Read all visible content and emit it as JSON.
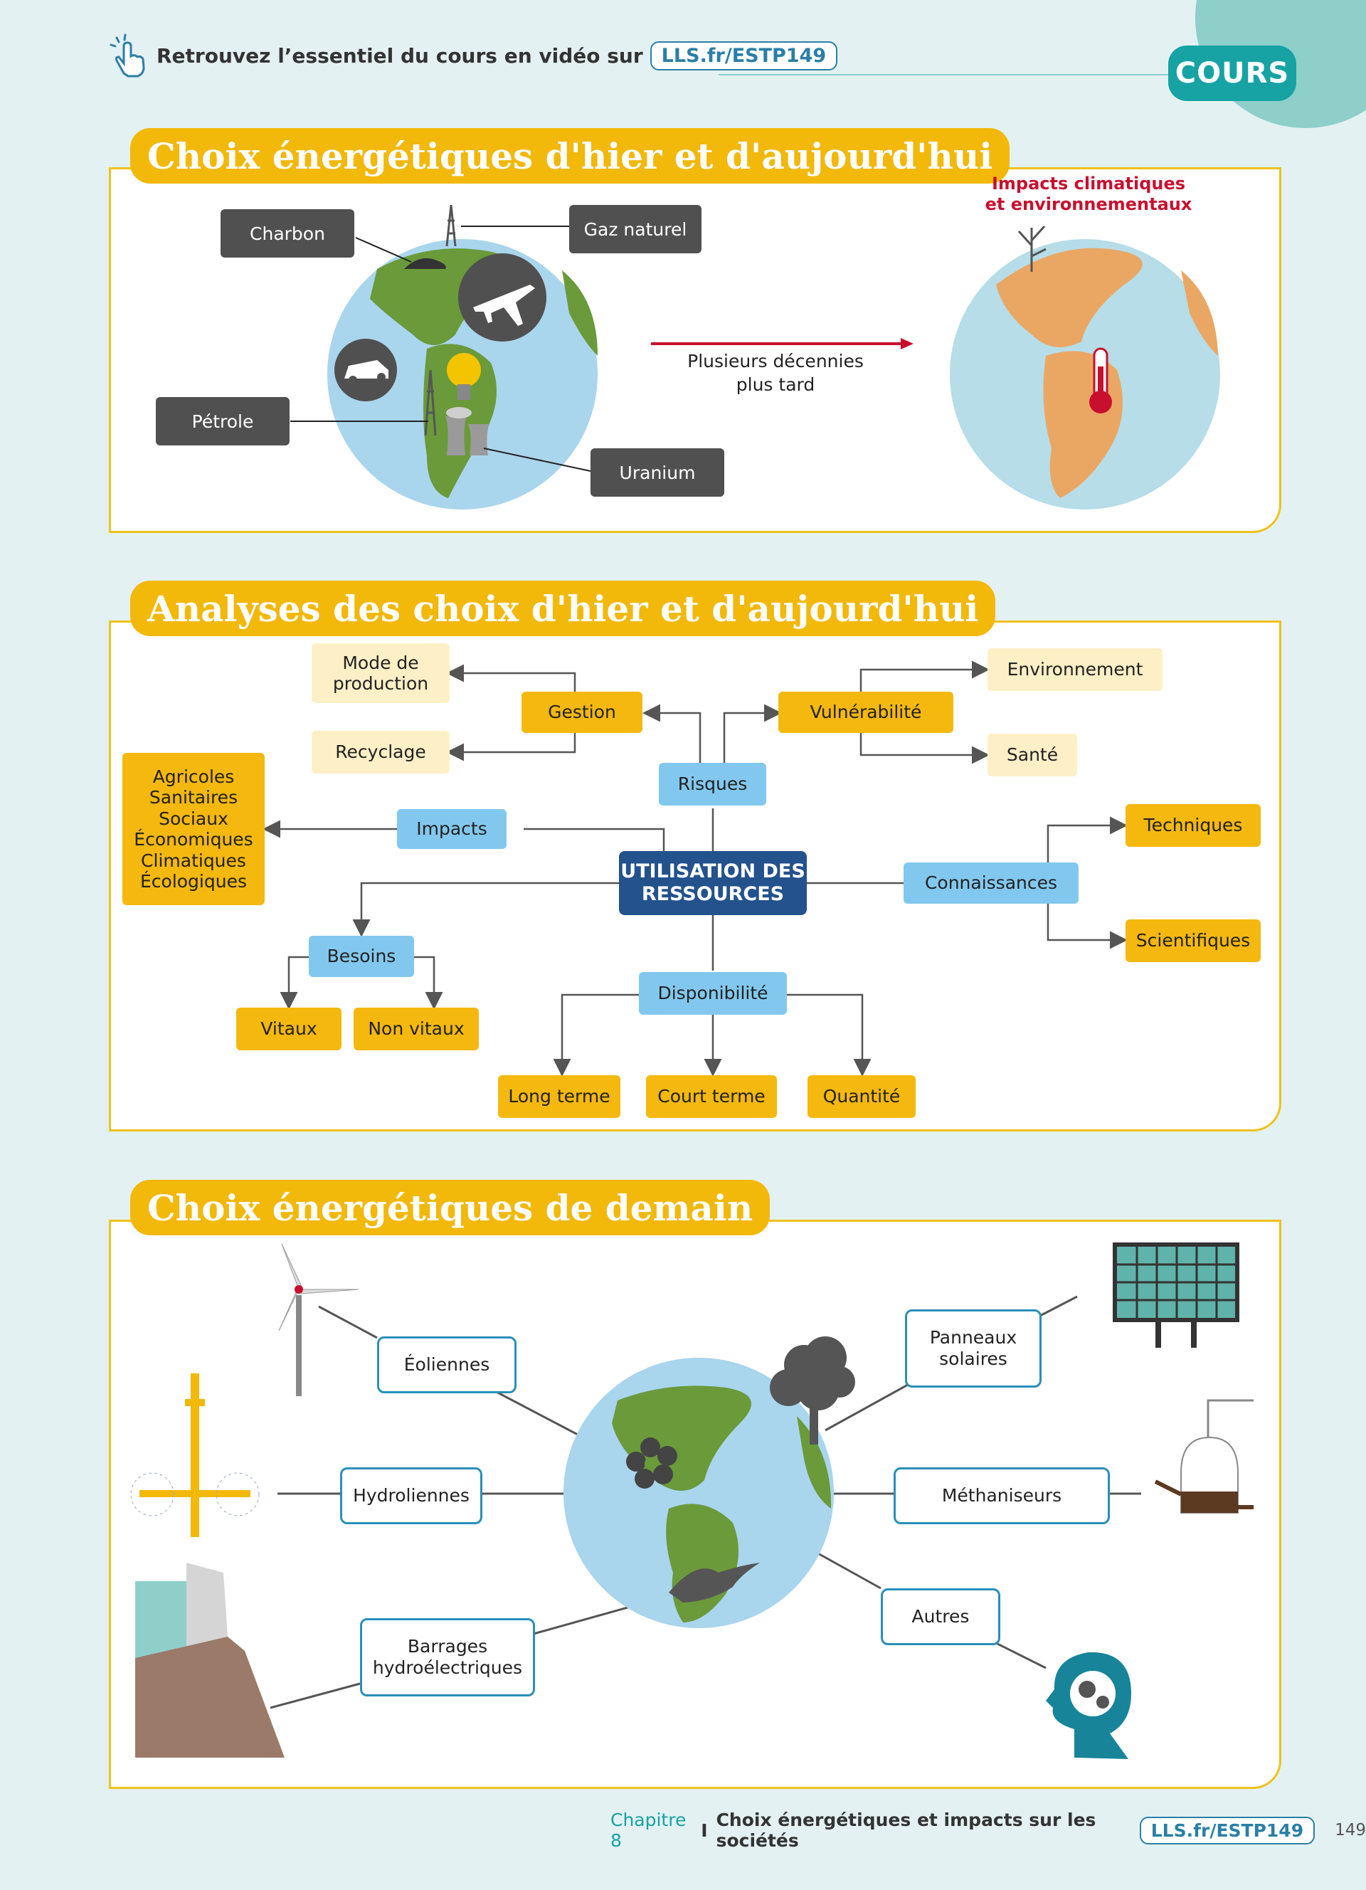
{
  "header": {
    "intro_text": "Retrouvez l’essentiel du cours en vidéo sur",
    "link": "LLS.fr/ESTP149",
    "badge": "COURS"
  },
  "section1": {
    "title": "Choix énergétiques d'hier et d'aujourd'hui",
    "labels": {
      "charbon": "Charbon",
      "gaz": "Gaz naturel",
      "petrole": "Pétrole",
      "uranium": "Uranium"
    },
    "arrow_caption": "Plusieurs décennies plus tard",
    "impacts_label": "Impacts climatiques et environnementaux"
  },
  "section2": {
    "title": "Analyses des choix d'hier et d'aujourd'hui",
    "center": "UTILISATION DES RESSOURCES",
    "nodes": {
      "mode_production": "Mode de production",
      "recyclage": "Recyclage",
      "gestion": "Gestion",
      "vulnerabilite": "Vulnérabilité",
      "environnement": "Environnement",
      "sante": "Santé",
      "risques": "Risques",
      "impacts": "Impacts",
      "impacts_list": "Agricoles Sanitaires Sociaux Économiques Climatiques Écologiques",
      "connaissances": "Connaissances",
      "techniques": "Techniques",
      "scientifiques": "Scientifiques",
      "besoins": "Besoins",
      "vitaux": "Vitaux",
      "non_vitaux": "Non vitaux",
      "disponibilite": "Disponibilité",
      "long_terme": "Long terme",
      "court_terme": "Court terme",
      "quantite": "Quantité"
    }
  },
  "section3": {
    "title": "Choix énergétiques de demain",
    "nodes": {
      "eoliennes": "Éoliennes",
      "hydroliennes": "Hydroliennes",
      "barrages": "Barrages hydroélectriques",
      "panneaux": "Panneaux solaires",
      "methaniseurs": "Méthaniseurs",
      "autres": "Autres"
    }
  },
  "footer": {
    "chapter": "Chapitre 8",
    "separator": "I",
    "title": "Choix énergétiques et impacts sur les sociétés",
    "link": "LLS.fr/ESTP149",
    "page": "149"
  },
  "colors": {
    "teal": "#17a2a4",
    "yellow": "#f5b80e",
    "light_yellow": "#fdefc6",
    "light_blue": "#82c8ee",
    "dark_blue": "#23528d",
    "red": "#c8102e",
    "green": "#6a9a3a",
    "orange": "#eaa764"
  }
}
